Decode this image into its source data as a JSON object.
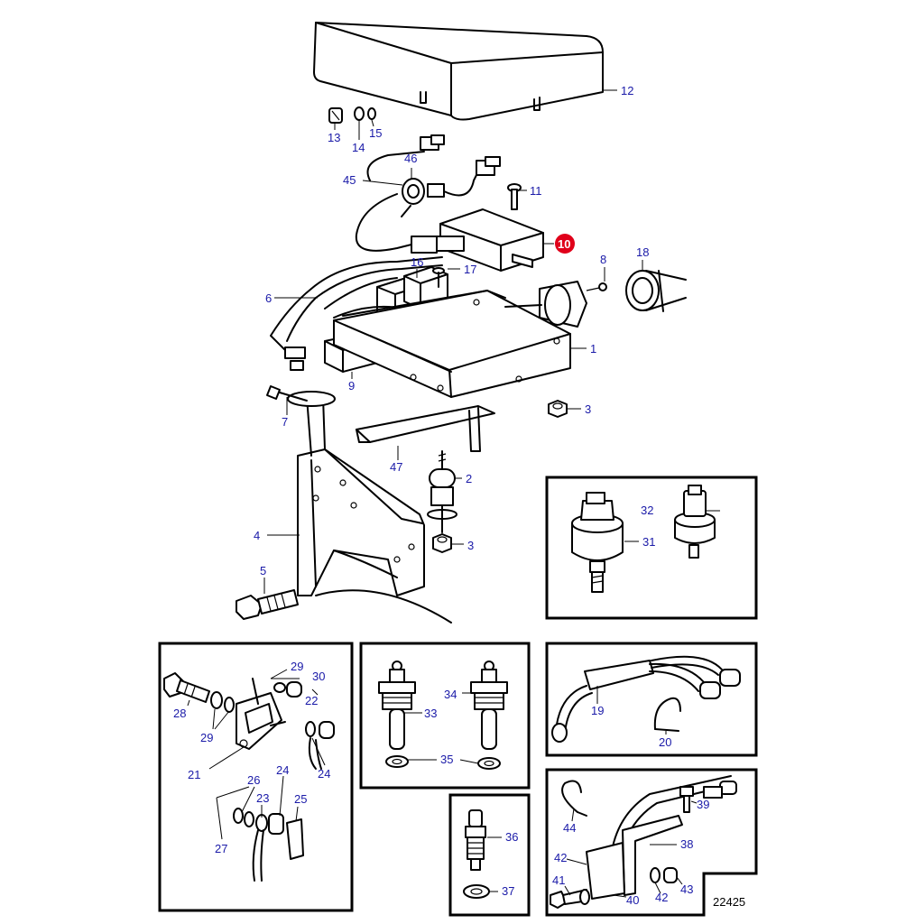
{
  "diagram": {
    "drawing_number": "22425",
    "highlighted_part": "10",
    "accent_color": "#e0001a",
    "label_color": "#1a1aa8",
    "callouts": [
      "1",
      "2",
      "3",
      "3",
      "4",
      "5",
      "6",
      "7",
      "8",
      "9",
      "10",
      "11",
      "12",
      "13",
      "14",
      "15",
      "16",
      "17",
      "18",
      "19",
      "20",
      "21",
      "22",
      "23",
      "24",
      "24",
      "25",
      "26",
      "27",
      "28",
      "29",
      "29",
      "30",
      "31",
      "32",
      "33",
      "34",
      "35",
      "36",
      "37",
      "38",
      "39",
      "40",
      "41",
      "42",
      "42",
      "43",
      "44",
      "45",
      "46",
      "47"
    ]
  }
}
